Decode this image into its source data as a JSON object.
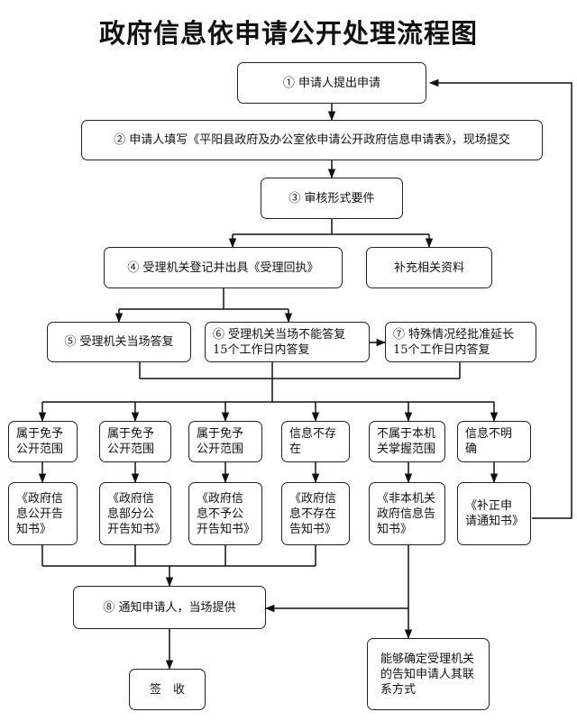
{
  "title": "政府信息依申请公开处理流程图",
  "steps": {
    "s1": "① 申请人提出申请",
    "s2": "② 申请人填写《平阳县政府及办公室依申请公开政府信息申请表》，现场提交",
    "s3": "③ 审核形式要件",
    "s4": "④ 受理机关登记并出具《受理回执》",
    "supplement": "补充相关资料",
    "s5": "⑤ 受理机关当场答复",
    "s6": "⑥ 受理机关当场不能答复 15个工作日内答复",
    "s7": "⑦ 特殊情况经批准延长15个工作日内答复",
    "s8": "⑧ 通知申请人，当场提供",
    "sign": "签　收",
    "contact": "能够确定受理机关的告知申请人其联系方式"
  },
  "categories": [
    {
      "condition": "属于免予公开范围",
      "notice": "《政府信息公开告知书》"
    },
    {
      "condition": "属于免予公开范围",
      "notice": "《政府信息部分公开告知书》"
    },
    {
      "condition": "属于免予公开范围",
      "notice": "《政府信息不予公开告知书》"
    },
    {
      "condition": "信息不存在",
      "notice": "《政府信息不存在告知书》"
    },
    {
      "condition": "不属于本机关掌握范围",
      "notice": "《非本机关政府信息告知书》"
    },
    {
      "condition": "信息不明确",
      "notice": "《补正申请通知书》"
    }
  ]
}
